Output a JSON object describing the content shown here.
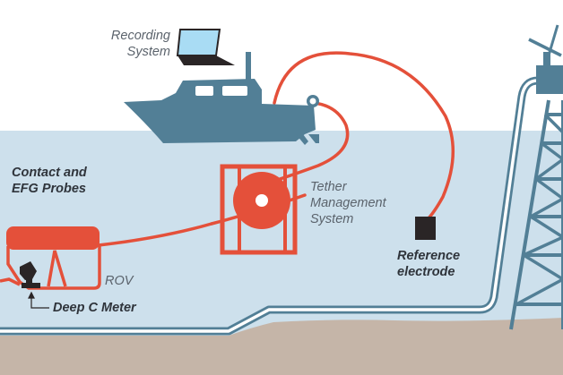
{
  "diagram": {
    "title": "ROV cathodic protection survey setup",
    "colors": {
      "sky": "#ffffff",
      "water": "#cde0ec",
      "seabed": "#c5b5a8",
      "structure": "#527f96",
      "tether": "#e4503a",
      "equipment": "#2a2526",
      "screen": "#a9dcf4"
    },
    "labels": {
      "recording_system": [
        "Recording",
        "System"
      ],
      "contact_probes": [
        "Contact and",
        "EFG Probes"
      ],
      "rov": "ROV",
      "deep_c_meter": "Deep C Meter",
      "tms": [
        "Tether",
        "Management",
        "System"
      ],
      "reference_electrode": [
        "Reference",
        "electrode"
      ]
    },
    "components": [
      {
        "id": "laptop",
        "name": "Recording System",
        "icon": "laptop-icon"
      },
      {
        "id": "vessel",
        "name": "Survey vessel",
        "icon": "boat-icon"
      },
      {
        "id": "tms",
        "name": "Tether Management System",
        "icon": "tether-reel-icon"
      },
      {
        "id": "rov",
        "name": "ROV",
        "icon": "rov-icon"
      },
      {
        "id": "meter",
        "name": "Deep C Meter",
        "icon": "meter-icon"
      },
      {
        "id": "electrode",
        "name": "Reference electrode",
        "icon": "electrode-icon"
      },
      {
        "id": "platform",
        "name": "Offshore platform",
        "icon": "platform-icon"
      },
      {
        "id": "pipeline",
        "name": "Pipeline",
        "icon": "pipeline-icon"
      }
    ]
  }
}
